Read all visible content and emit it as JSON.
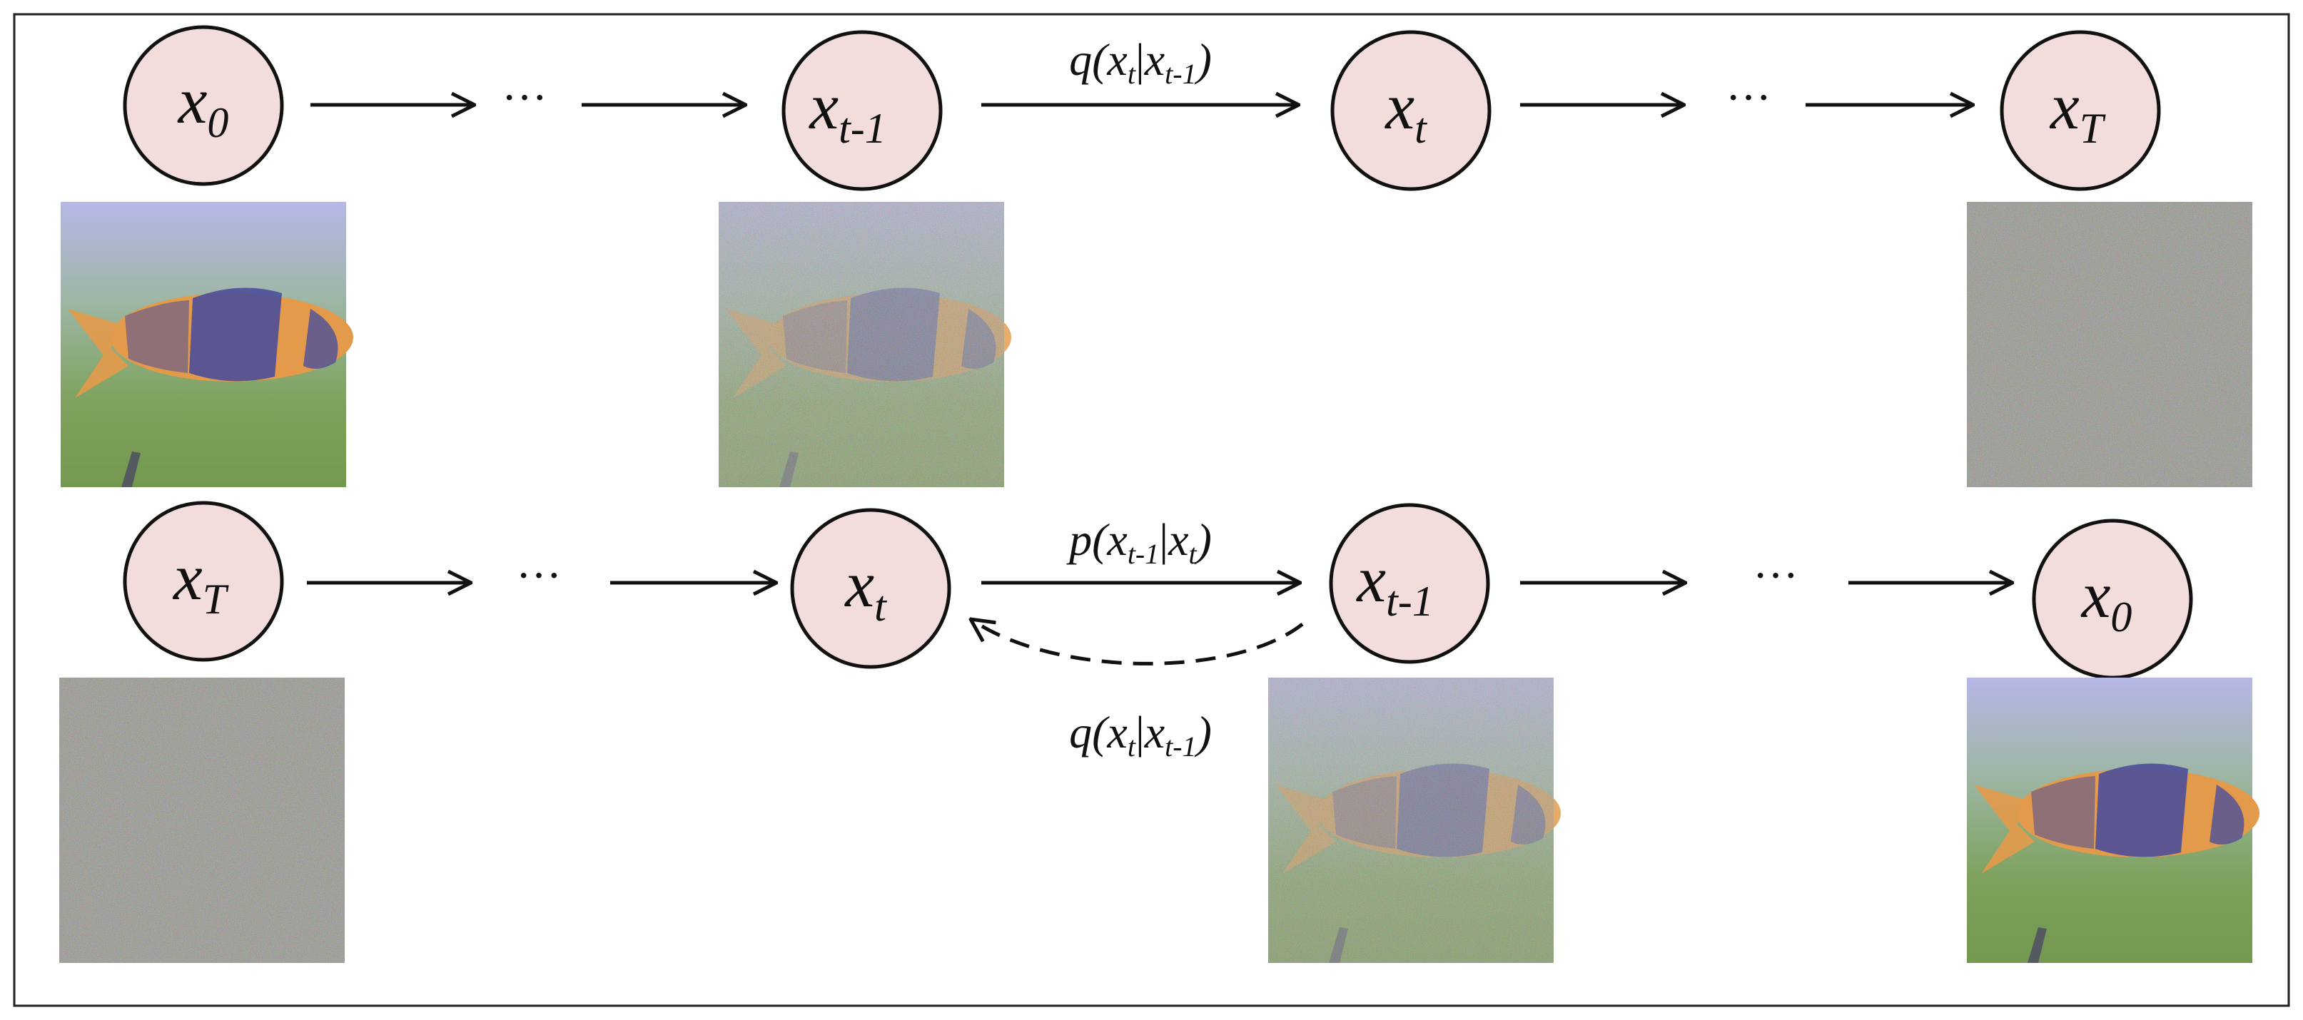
{
  "forward": {
    "nodes": [
      {
        "var": "x",
        "sub": "0"
      },
      {
        "var": "x",
        "sub": "t-1"
      },
      {
        "var": "x",
        "sub": "t"
      },
      {
        "var": "x",
        "sub": "T"
      }
    ],
    "ellipses": [
      "···",
      "···"
    ],
    "edge_label": {
      "fn": "q",
      "a": "x",
      "a_sub": "t",
      "bar": "|",
      "b": "x",
      "b_sub": "t-1"
    }
  },
  "reverse": {
    "nodes": [
      {
        "var": "x",
        "sub": "T"
      },
      {
        "var": "x",
        "sub": "t"
      },
      {
        "var": "x",
        "sub": "t-1"
      },
      {
        "var": "x",
        "sub": "0"
      }
    ],
    "ellipses": [
      "···",
      "···"
    ],
    "edge_label": {
      "fn": "p",
      "a": "x",
      "a_sub": "t-1",
      "bar": "|",
      "b": "x",
      "b_sub": "t"
    },
    "dashed_label": {
      "fn": "q",
      "a": "x",
      "a_sub": "t",
      "bar": "|",
      "b": "x",
      "b_sub": "t-1"
    }
  },
  "images": [
    {
      "id": "fwd-x0",
      "noise": 0.0
    },
    {
      "id": "fwd-xt-1",
      "noise": 0.55
    },
    {
      "id": "fwd-xT",
      "noise": 1.0
    },
    {
      "id": "rev-xT",
      "noise": 1.0
    },
    {
      "id": "rev-xt-1",
      "noise": 0.5
    },
    {
      "id": "rev-x0",
      "noise": 0.0
    }
  ],
  "colors": {
    "node_fill": "#f2dcdc",
    "stroke": "#111111",
    "water_top": "#a9a8d8",
    "water_mid": "#7fa26a",
    "fish_orange": "#e39a4a",
    "fish_dark": "#4b4f9a"
  }
}
